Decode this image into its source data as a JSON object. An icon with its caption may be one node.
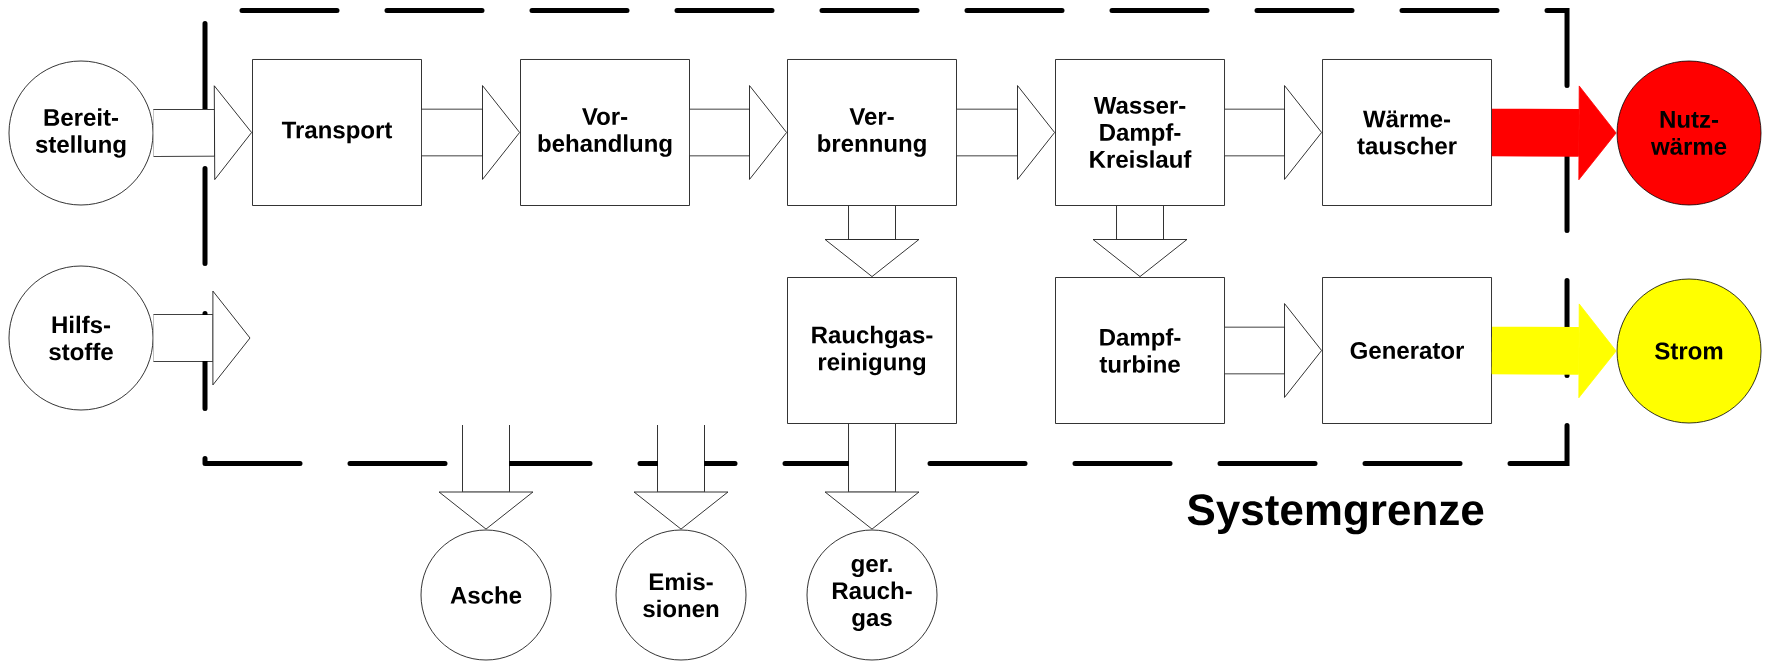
{
  "diagram": {
    "nodes": [
      {
        "text": [
          "Systemgrenze"
        ]
      },
      {
        "text": [
          "Bereit- stellung"
        ]
      },
      {
        "text": [
          "Hilfs- stoffe"
        ]
      },
      {
        "text": [
          "Transport"
        ],
        "in": 0
      },
      {
        "text": [
          "Vor- behandlung"
        ],
        "in": 0
      },
      {
        "text": [
          "Ver- brennung"
        ],
        "in": 0
      },
      {
        "text": [
          "Wasser- Dampf- Kreislauf"
        ],
        "in": 0
      },
      {
        "text": [
          "Wärme- tauscher"
        ],
        "in": 0
      },
      {
        "text": [
          "Rauchgas- reinigung"
        ],
        "in": 0
      },
      {
        "text": [
          "Dampf- turbine"
        ],
        "in": 0
      },
      {
        "text": [
          "Generator"
        ],
        "in": 0
      },
      {
        "text": [
          "Nutz- wärme"
        ]
      },
      {
        "text": [
          "Strom"
        ]
      },
      {
        "text": [
          "Asche"
        ]
      },
      {
        "text": [
          "Emis- sionen"
        ]
      },
      {
        "text": [
          "ger. Rauch- gas"
        ]
      }
    ],
    "edges": [
      {
        "from": 1,
        "to": 3,
        "arrow": "to"
      },
      {
        "from": 2,
        "to": 0,
        "arrow": "to"
      },
      {
        "from": 3,
        "to": 4,
        "arrow": "to"
      },
      {
        "from": 4,
        "to": 5,
        "arrow": "to"
      },
      {
        "from": 5,
        "to": 6,
        "arrow": "to"
      },
      {
        "from": 6,
        "to": 7,
        "arrow": "to"
      },
      {
        "from": 5,
        "to": 8,
        "arrow": "to"
      },
      {
        "from": 6,
        "to": 9,
        "arrow": "to"
      },
      {
        "from": 9,
        "to": 10,
        "arrow": "to"
      },
      {
        "from": 7,
        "to": 11,
        "arrow": "to",
        "color": "#ff0000"
      },
      {
        "from": 10,
        "to": 12,
        "arrow": "to",
        "color": "#ffff00"
      },
      {
        "from": null,
        "to": 13,
        "arrow": "to"
      },
      {
        "from": null,
        "to": 14,
        "arrow": "to"
      },
      {
        "from": 8,
        "to": 15,
        "arrow": "to"
      }
    ]
  }
}
